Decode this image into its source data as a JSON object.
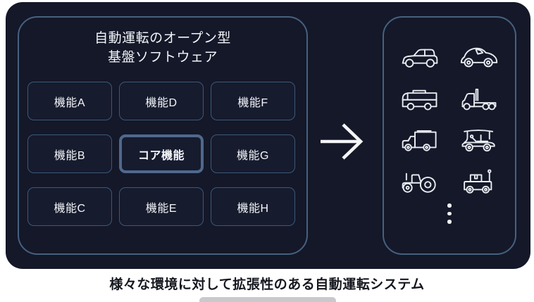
{
  "diagram": {
    "software_platform": {
      "title_line1": "自動運転のオープン型",
      "title_line2": "基盤ソフトウェア",
      "features": [
        {
          "label": "機能A",
          "core": false
        },
        {
          "label": "機能D",
          "core": false
        },
        {
          "label": "機能F",
          "core": false
        },
        {
          "label": "機能B",
          "core": false
        },
        {
          "label": "コア機能",
          "core": true
        },
        {
          "label": "機能G",
          "core": false
        },
        {
          "label": "機能C",
          "core": false
        },
        {
          "label": "機能E",
          "core": false
        },
        {
          "label": "機能H",
          "core": false
        }
      ]
    },
    "arrow_icon": "right-arrow",
    "vehicle_panel": {
      "icons": [
        "sedan-car-icon",
        "beetle-car-icon",
        "bus-icon",
        "semi-truck-icon",
        "box-truck-icon",
        "golf-cart-icon",
        "tractor-icon",
        "delivery-robot-icon"
      ],
      "more_indicator": "vertical-ellipsis-icon"
    }
  },
  "caption": "様々な環境に対して拡張性のある自動運転システム",
  "colors": {
    "panel_background": "#141829",
    "container_border": "#46617f",
    "feature_border": "#3d5878",
    "core_feature_border": "#50688c",
    "icon_stroke": "#e9ecf1",
    "light_text": "#f3f5f9",
    "caption_text": "#15181f",
    "bottom_bar": "#c9c9cd"
  }
}
